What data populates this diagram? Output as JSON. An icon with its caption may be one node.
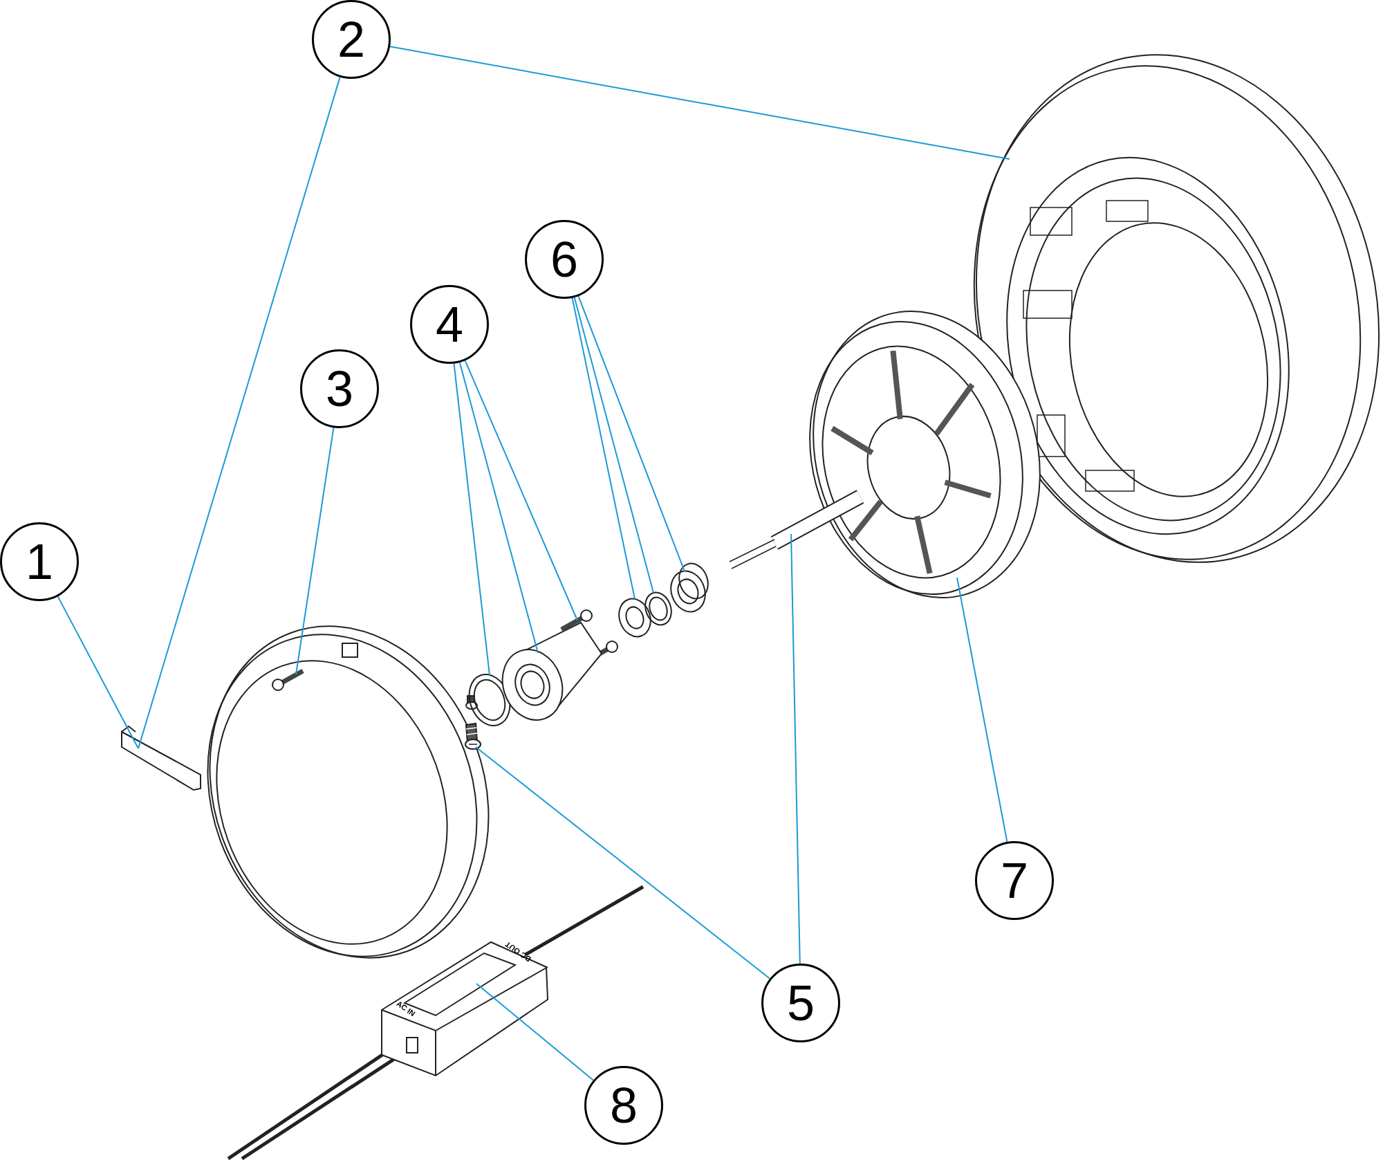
{
  "diagram": {
    "nodes": [
      {
        "text": [
          "1"
        ]
      },
      {
        "text": [
          "2"
        ]
      },
      {
        "text": [
          "3"
        ]
      },
      {
        "text": [
          "4"
        ]
      },
      {
        "text": [
          "5"
        ]
      },
      {
        "text": [
          "6"
        ]
      },
      {
        "text": [
          "7"
        ]
      },
      {
        "text": [
          "8"
        ]
      },
      {
        "text": [],
        "shape": "picture"
      },
      {
        "text": [],
        "shape": "picture"
      },
      {
        "text": [],
        "shape": "picture"
      },
      {
        "text": [],
        "shape": "picture"
      },
      {
        "text": [],
        "shape": "picture"
      },
      {
        "text": [],
        "shape": "picture"
      },
      {
        "text": [],
        "shape": "picture"
      },
      {
        "text": [],
        "shape": "picture"
      },
      {
        "text": [],
        "shape": "picture"
      },
      {
        "text": [],
        "shape": "picture"
      },
      {
        "text": [],
        "shape": "picture"
      },
      {
        "text": [],
        "shape": "picture"
      },
      {
        "text": [],
        "shape": "picture"
      }
    ],
    "edges": [
      {
        "from": 0,
        "to": 8,
        "arrow": "none"
      },
      {
        "from": 1,
        "to": 8,
        "arrow": "none"
      },
      {
        "from": 1,
        "to": 9,
        "arrow": "none"
      },
      {
        "from": 2,
        "to": 10,
        "arrow": "none"
      },
      {
        "from": 3,
        "to": 11,
        "arrow": "none"
      },
      {
        "from": 3,
        "to": 12,
        "arrow": "none"
      },
      {
        "from": 3,
        "to": 13,
        "arrow": "none"
      },
      {
        "from": 4,
        "to": 14,
        "arrow": "none"
      },
      {
        "from": 4,
        "to": 15,
        "arrow": "none"
      },
      {
        "from": 5,
        "to": 16,
        "arrow": "none"
      },
      {
        "from": 5,
        "to": 17,
        "arrow": "none"
      },
      {
        "from": 5,
        "to": 18,
        "arrow": "none"
      },
      {
        "from": 6,
        "to": 19,
        "arrow": "none"
      },
      {
        "from": 7,
        "to": 20,
        "arrow": "none"
      }
    ],
    "labels": [
      "AC IN",
      "DC OUT"
    ]
  }
}
